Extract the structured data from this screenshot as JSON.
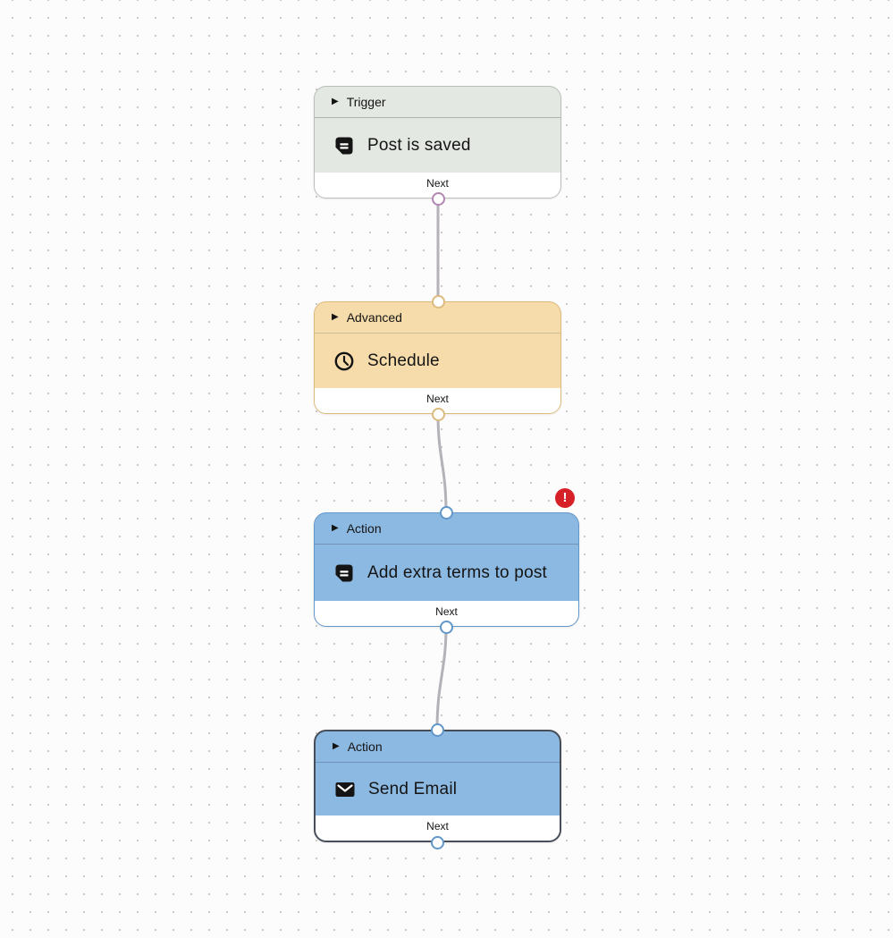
{
  "canvas": {
    "background": "#fcfcfc",
    "dot_color": "#c9c9c9",
    "edge_color": "#b5b1b8"
  },
  "nodes": [
    {
      "category": "Trigger",
      "title": "Post is saved",
      "icon": "document-icon",
      "footer_label": "Next",
      "has_error": false,
      "selected": false,
      "colors": {
        "fill": "#e4e8e2",
        "border": "#b9bfb8",
        "divider": "#adb3aa",
        "port": "#b286b2"
      }
    },
    {
      "category": "Advanced",
      "title": "Schedule",
      "icon": "clock-icon",
      "footer_label": "Next",
      "has_error": false,
      "selected": false,
      "colors": {
        "fill": "#f6dcaa",
        "border": "#dcba7d",
        "divider": "#cbbc95",
        "port": "#dcba7d"
      }
    },
    {
      "category": "Action",
      "title": "Add extra terms to post",
      "icon": "document-icon",
      "footer_label": "Next",
      "has_error": true,
      "selected": false,
      "colors": {
        "fill": "#8cb9e2",
        "border": "#6297c9",
        "divider": "#6f94b8",
        "port": "#6297c9"
      }
    },
    {
      "category": "Action",
      "title": "Send Email",
      "icon": "mail-icon",
      "footer_label": "Next",
      "has_error": false,
      "selected": true,
      "colors": {
        "fill": "#8cb9e2",
        "border": "#474e58",
        "divider": "#6f94b8",
        "port": "#6297c9"
      }
    }
  ],
  "error_badge": {
    "symbol": "!",
    "color": "#d62129"
  }
}
